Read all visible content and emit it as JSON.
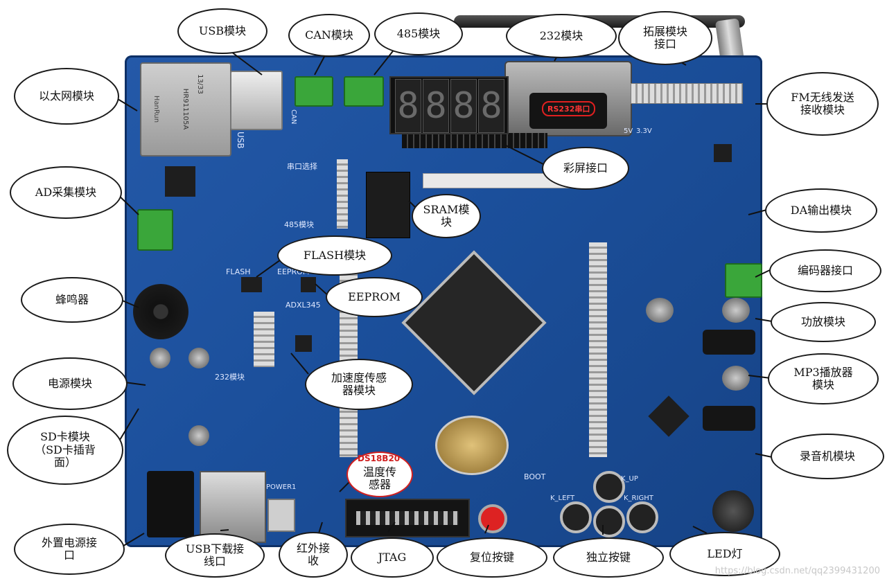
{
  "photo": {
    "board_color": "#1b4f9b",
    "labels": [
      {
        "id": "usb",
        "text": "USB模块"
      },
      {
        "id": "can",
        "text": "CAN模块"
      },
      {
        "id": "rs485",
        "text": "485模块"
      },
      {
        "id": "rs232",
        "text": "232模块"
      },
      {
        "id": "ext",
        "text": "拓展模块\n接口"
      },
      {
        "id": "ethernet",
        "text": "以太网模块"
      },
      {
        "id": "fm",
        "text": "FM无线发送\n接收模块"
      },
      {
        "id": "lcd",
        "text": "彩屏接口"
      },
      {
        "id": "ad",
        "text": "AD采集模块"
      },
      {
        "id": "sram",
        "text": "SRAM模\n块"
      },
      {
        "id": "da",
        "text": "DA输出模块"
      },
      {
        "id": "flash",
        "text": "FLASH模块"
      },
      {
        "id": "encoder",
        "text": "编码器接口"
      },
      {
        "id": "buzzer",
        "text": "蜂鸣器"
      },
      {
        "id": "eeprom",
        "text": "EEPROM"
      },
      {
        "id": "amp",
        "text": "功放模块"
      },
      {
        "id": "accel",
        "text": "加速度传感\n器模块"
      },
      {
        "id": "power",
        "text": "电源模块"
      },
      {
        "id": "mp3",
        "text": "MP3播放器\n模块"
      },
      {
        "id": "sd",
        "text": "SD卡模块\n（SD卡插背\n面）"
      },
      {
        "id": "recorder",
        "text": "录音机模块"
      },
      {
        "id": "temp",
        "text": "温度传\n感器"
      },
      {
        "id": "ext_power",
        "text": "外置电源接\n口"
      },
      {
        "id": "usb_dl",
        "text": "USB下载接\n线口"
      },
      {
        "id": "ir",
        "text": "红外接\n收"
      },
      {
        "id": "jtag",
        "text": "JTAG"
      },
      {
        "id": "reset",
        "text": "复位按键"
      },
      {
        "id": "keys",
        "text": "独立按键"
      },
      {
        "id": "led",
        "text": "LED灯"
      }
    ],
    "board_marks": {
      "rs232_port": "RS232串口",
      "ds18b20": "DS18B20",
      "eth_jack_a": "13/33",
      "eth_jack_b": "HR911105A",
      "eth_jack_c": "HanRun",
      "flash_silk": "FLASH",
      "eeprom_silk": "EEPROM",
      "port_select": "串口选择",
      "mod485": "485模块",
      "adxl": "ADXL345",
      "rs232_silk": "232模块",
      "boot": "BOOT",
      "k_up": "K_UP",
      "k_left": "K_LEFT",
      "k_right": "K_RIGHT",
      "power1": "POWER1",
      "usb_silk": "USB",
      "can_silk": "CAN",
      "p3v3": "3.3V",
      "p5v": "5V"
    },
    "seven_seg_digits": [
      "8",
      "8",
      "8",
      "8"
    ],
    "watermark": "https://blog.csdn.net/qq2399431200"
  }
}
